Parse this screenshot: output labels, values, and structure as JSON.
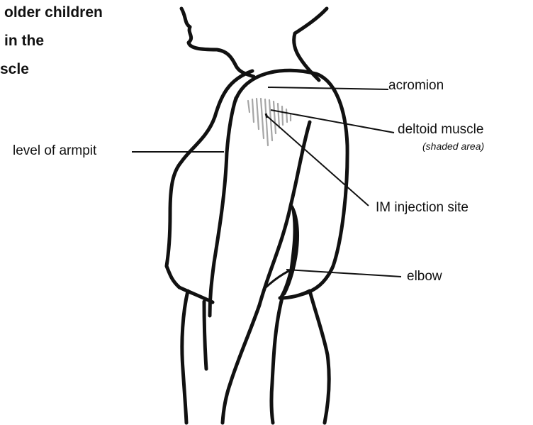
{
  "title_lines": [
    "older children",
    "in the",
    "scle"
  ],
  "labels": {
    "acromion": "acromion",
    "deltoid": "deltoid muscle",
    "deltoid_note": "(shaded area)",
    "armpit": "level of armpit",
    "injection": "IM injection site",
    "elbow": "elbow"
  },
  "colors": {
    "ink": "#111111",
    "shade": "#a6a6a6",
    "background": "#ffffff"
  }
}
